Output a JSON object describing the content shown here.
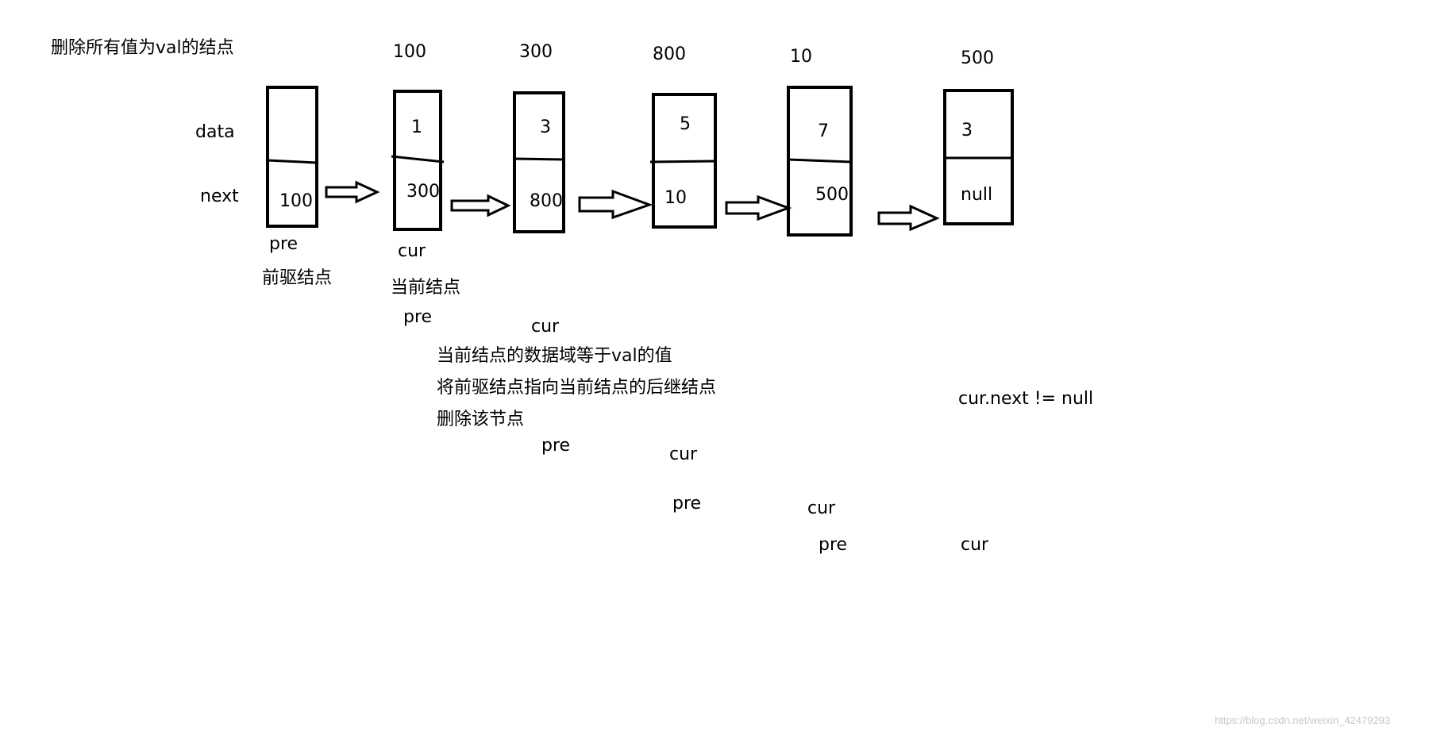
{
  "title": "删除所有值为val的结点",
  "field_labels": {
    "data": "data",
    "next": "next"
  },
  "nodes": [
    {
      "address": "",
      "data": "",
      "next": "100",
      "pointer": "pre",
      "caption": "前驱结点"
    },
    {
      "address": "100",
      "data": "1",
      "next": "300",
      "pointer": "cur",
      "caption": "当前结点"
    },
    {
      "address": "300",
      "data": "3",
      "next": "800"
    },
    {
      "address": "800",
      "data": "5",
      "next": "10"
    },
    {
      "address": "10",
      "data": "7",
      "next": "500"
    },
    {
      "address": "500",
      "data": "3",
      "next": "null"
    }
  ],
  "trace_labels": [
    "pre",
    "cur",
    "pre",
    "cur",
    "pre",
    "cur",
    "pre",
    "cur"
  ],
  "notes": [
    "当前结点的数据域等于val的值",
    "将前驱结点指向当前结点的后继结点",
    "删除该节点"
  ],
  "condition": "cur.next != null",
  "watermark": "https://blog.csdn.net/weixin_42479293"
}
